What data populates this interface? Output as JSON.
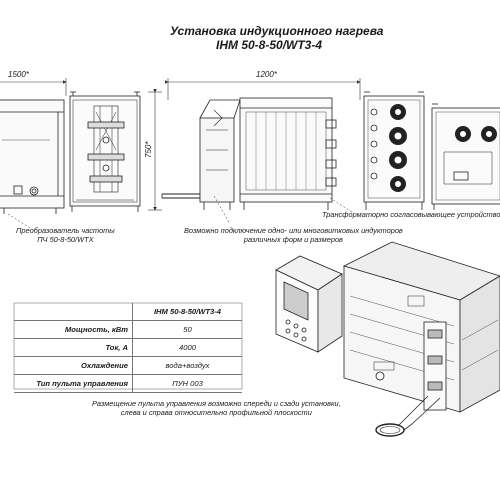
{
  "title": {
    "line1": "Установка индукционного нагрева",
    "line2": "IHM 50-8-50/WT3-4"
  },
  "dimensions": {
    "width_left": "1500*",
    "width_mid": "1200*",
    "height": "750*"
  },
  "captions": {
    "converter_line1": "Преобразователь частоты",
    "converter_line2": "ПЧ 50-8-50/WTX",
    "inductors_line1": "Возможно подключение одно- или многовитковых индукторов",
    "inductors_line2": "различных форм и размеров",
    "transformer": "Трансформаторно согласовывающее устройство",
    "panel_line1": "Размещение пульта управления возможно спереди и сзади установки,",
    "panel_line2": "слева и справа относительно профильной плоскости"
  },
  "spec": {
    "header": "IHM 50-8-50/WT3-4",
    "rows": [
      {
        "label": "Мощность, кВт",
        "value": "50"
      },
      {
        "label": "Ток, А",
        "value": "4000"
      },
      {
        "label": "Охлаждение",
        "value": "вода+воздух"
      },
      {
        "label": "Тип пульта управления",
        "value": "ПУН 003"
      }
    ]
  }
}
